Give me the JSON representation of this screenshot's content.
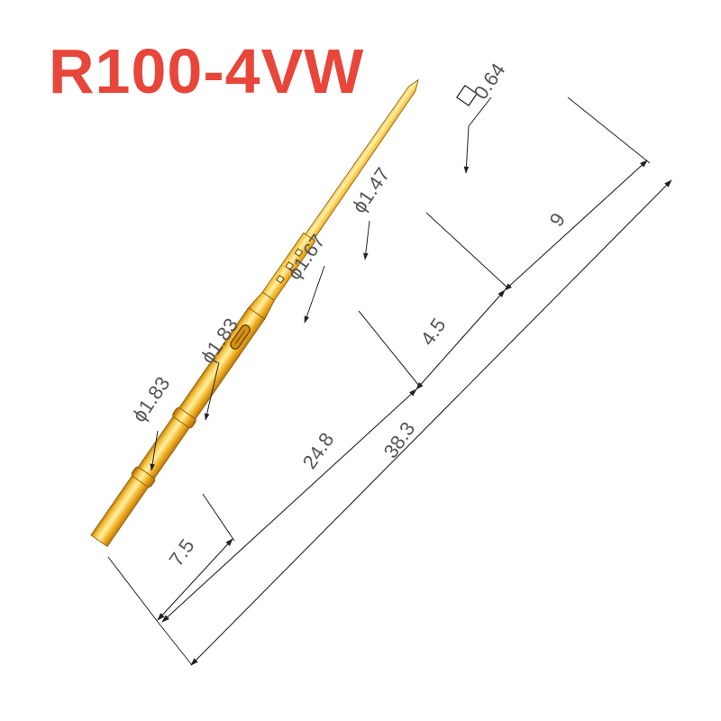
{
  "title": "R100-4VW",
  "colors": {
    "title": "#e8463a",
    "gold_mid": "#f6c33c",
    "gold_light": "#fff0a6",
    "gold_dark": "#b36f06",
    "line": "#222222",
    "dim_text": "#555555"
  },
  "labels": {
    "tip_square": "0.64",
    "dia_147": "ϕ1.47",
    "dia_167": "ϕ1.67",
    "dia_183_upper": "ϕ1.83",
    "dia_183_lower": "ϕ1.83",
    "len_9": "9",
    "len_4_5": "4.5",
    "len_24_8": "24.8",
    "len_38_3": "38.3",
    "len_7_5": "7.5"
  }
}
